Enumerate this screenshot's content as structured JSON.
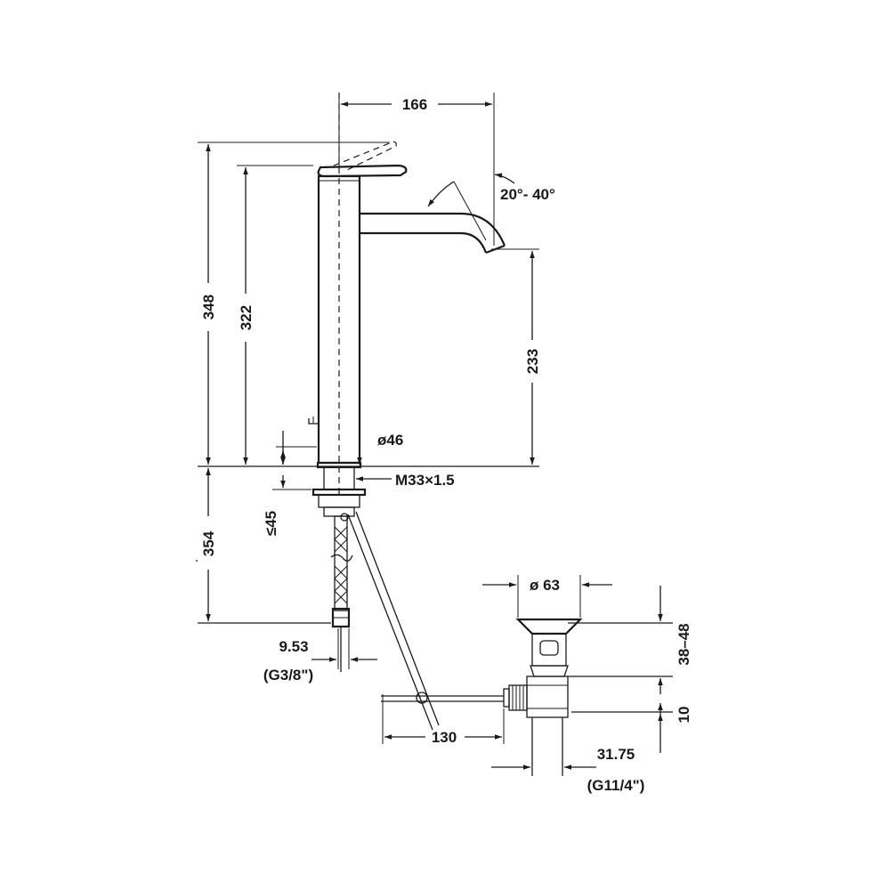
{
  "dimensions": {
    "spout_reach": "166",
    "lever_angle": "20°- 40°",
    "total_height": "348",
    "body_height": "322",
    "spout_clearance": "233",
    "body_diameter": "ø46",
    "thread": "M33×1.5",
    "max_deck_thickness": "≤45",
    "below_deck": "354",
    "hose_size": "9.53",
    "hose_thread": "(G3/8\")",
    "rod_length": "130",
    "waste_diameter": "ø 63",
    "waste_adjust": "38–48",
    "waste_offset": "10",
    "waste_size": "31.75",
    "waste_thread": "(G11/4\")"
  }
}
